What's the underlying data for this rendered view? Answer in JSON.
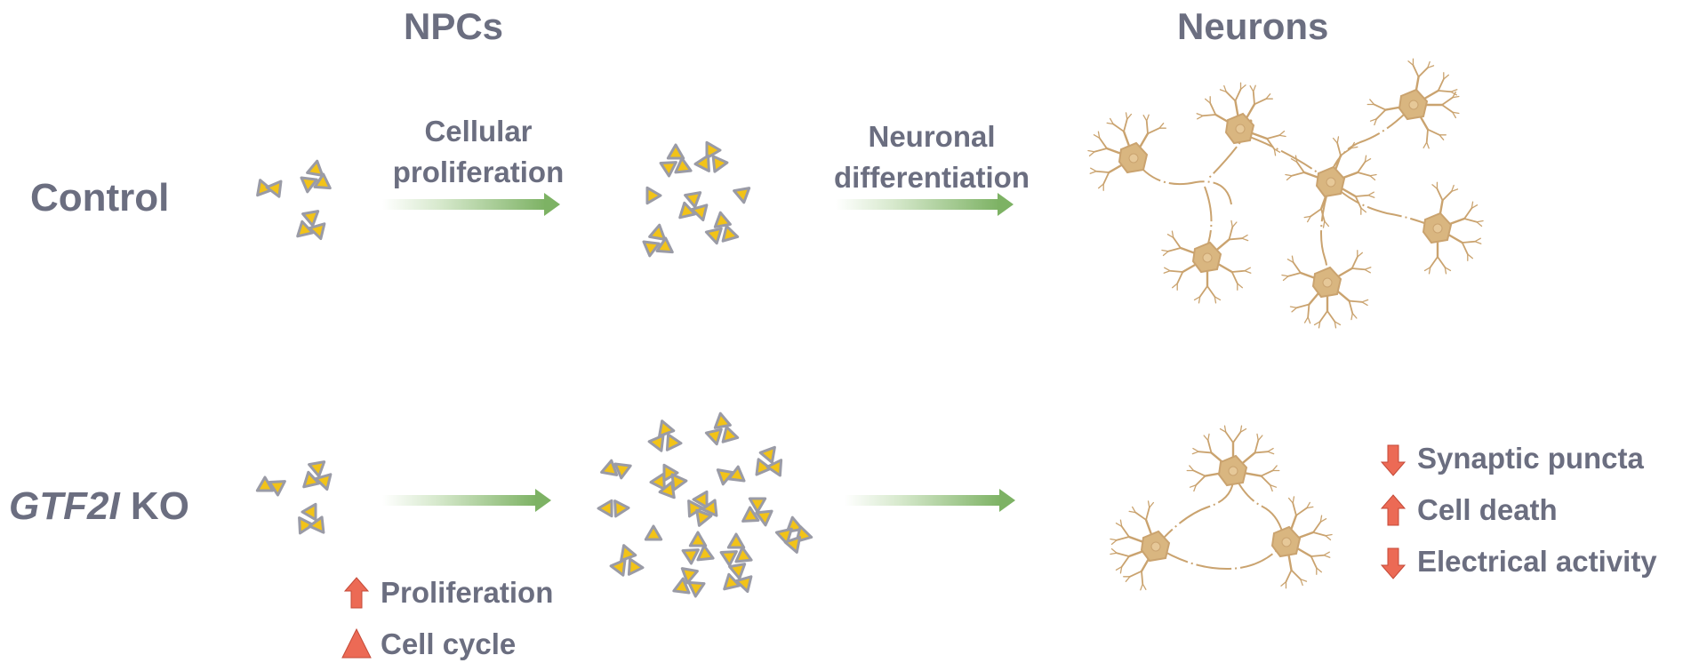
{
  "columns": {
    "npcs": "NPCs",
    "neurons": "Neurons"
  },
  "rows": {
    "control": "Control",
    "ko_gene": "GTF2I",
    "ko_suffix": " KO"
  },
  "arrows": {
    "proliferation_line1": "Cellular",
    "proliferation_line2": "proliferation",
    "differentiation_line1": "Neuronal",
    "differentiation_line2": "differentiation"
  },
  "npc_effects": [
    {
      "label": "Proliferation",
      "indicator": "up-arrow"
    },
    {
      "label": "Cell cycle",
      "indicator": "triangle"
    }
  ],
  "neuron_effects": [
    {
      "label": "Synaptic puncta",
      "indicator": "down-arrow"
    },
    {
      "label": "Cell death",
      "indicator": "up-arrow"
    },
    {
      "label": "Electrical activity",
      "indicator": "down-arrow"
    }
  ],
  "colors": {
    "text": "#6b6e80",
    "cell_fill": "#f2c318",
    "cell_border": "#9a9ba6",
    "arrow_green": "#7db264",
    "neuron_body": "#d9b680",
    "neuron_line": "#caa36f",
    "indicator_red": "#ec6a55"
  }
}
